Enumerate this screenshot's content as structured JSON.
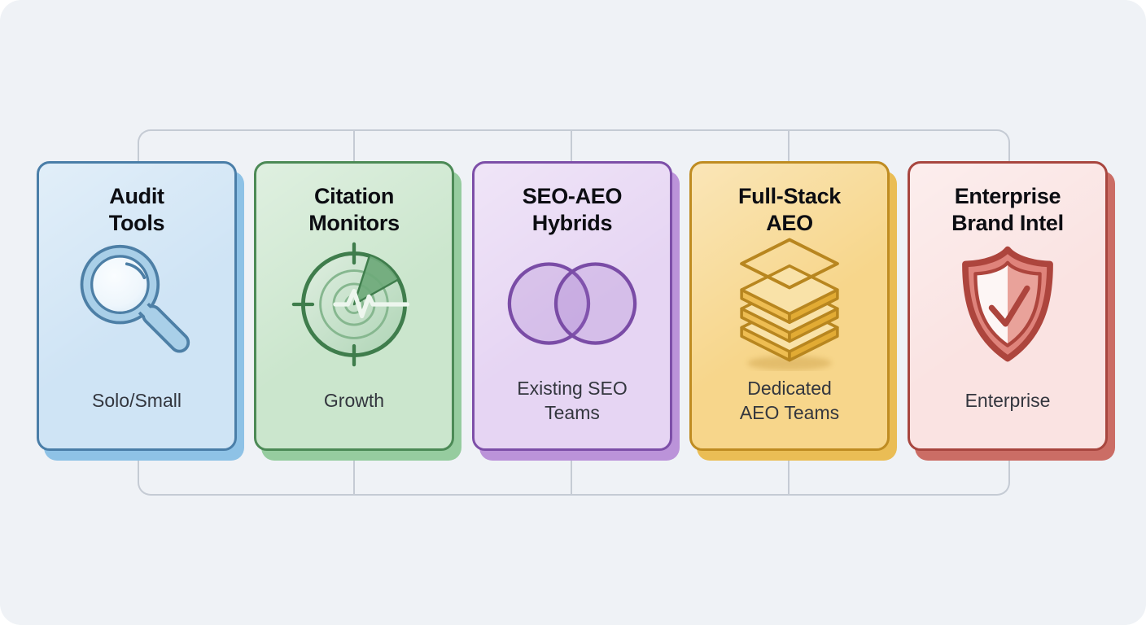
{
  "canvas": {
    "colors": {
      "outer": "#ffffff",
      "bg": "#eff2f6",
      "line": "#c5cbd4",
      "title": "#0c0d12",
      "label": "#33363e"
    }
  },
  "cards": [
    {
      "title": "Audit\nTools",
      "label": "Solo/Small",
      "icon": "magnifier-icon",
      "colors": {
        "fill": "#cfe4f5",
        "border": "#4a7ea8",
        "shadow": "#8ec2e6",
        "outline": "#4d7fa6",
        "ring": "#a9cfe8"
      }
    },
    {
      "title": "Citation\nMonitors",
      "label": "Growth",
      "icon": "radar-icon",
      "colors": {
        "fill": "#cbe6cd",
        "border": "#4c8a56",
        "shadow": "#96cc9f",
        "outline": "#3f7d4c",
        "ring": "#86b78f",
        "wedge": "#6ea97a",
        "pulse": "#edf6ee"
      }
    },
    {
      "title": "SEO-AEO\nHybrids",
      "label": "Existing SEO\nTeams",
      "icon": "venn-diagram-icon",
      "colors": {
        "fill": "#e6d5f3",
        "border": "#7d4fa8",
        "shadow": "#bb93d9",
        "outline": "#7a4ca6",
        "venn": "#9c6cc9"
      }
    },
    {
      "title": "Full-Stack\nAEO",
      "label": "Dedicated\nAEO Teams",
      "icon": "layer-stack-icon",
      "colors": {
        "fill": "#f7d68b",
        "border": "#bf8c22",
        "shadow": "#eabd55",
        "outline": "#b8861f",
        "face": "#f9e2a8",
        "sideLight": "#eebd52",
        "sideDark": "#e2ab34"
      }
    },
    {
      "title": "Enterprise\nBrand Intel",
      "label": "Enterprise",
      "icon": "shield-check-icon",
      "colors": {
        "fill": "#fae3e2",
        "border": "#a8463f",
        "shadow": "#cb6d65",
        "outline": "#ad453d",
        "shieldMid": "#df837b",
        "shieldLight": "#fdf6f5",
        "shieldDark": "#e9a29a"
      }
    }
  ]
}
